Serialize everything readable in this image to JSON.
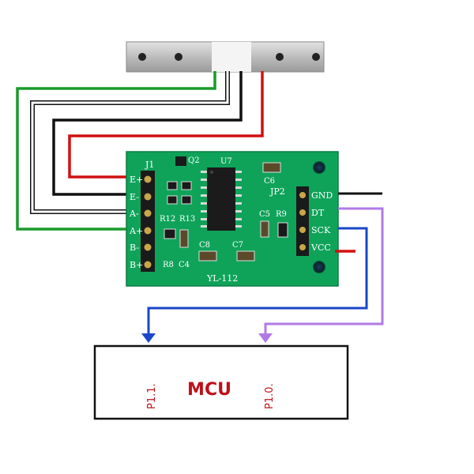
{
  "board": {
    "left_pins": [
      "E+",
      "E-",
      "A-",
      "A+",
      "B-",
      "B+"
    ],
    "right_pins": [
      "GND",
      "DT",
      "SCK",
      "VCC"
    ],
    "header_left": "J1",
    "header_right": "JP2",
    "model": "YL-112",
    "components": {
      "q2": "Q2",
      "u7": "U7",
      "c6": "C6",
      "c5": "C5",
      "r9": "R9",
      "r12": "R12",
      "r13": "R13",
      "r8": "R8",
      "c4": "C4",
      "c8": "C8",
      "c7": "C7"
    }
  },
  "mcu": {
    "label": "MCU",
    "pin_left": "P1.1.",
    "pin_right": "P1.0."
  },
  "colors": {
    "pcb": "#0fa35a",
    "wire_green": "#1a9a2a",
    "wire_red": "#d01010",
    "wire_black": "#111111",
    "wire_white": "#ffffff",
    "wire_blue": "#1a46c8",
    "wire_purple": "#b07ae6",
    "mcu_text": "#c0101a"
  }
}
